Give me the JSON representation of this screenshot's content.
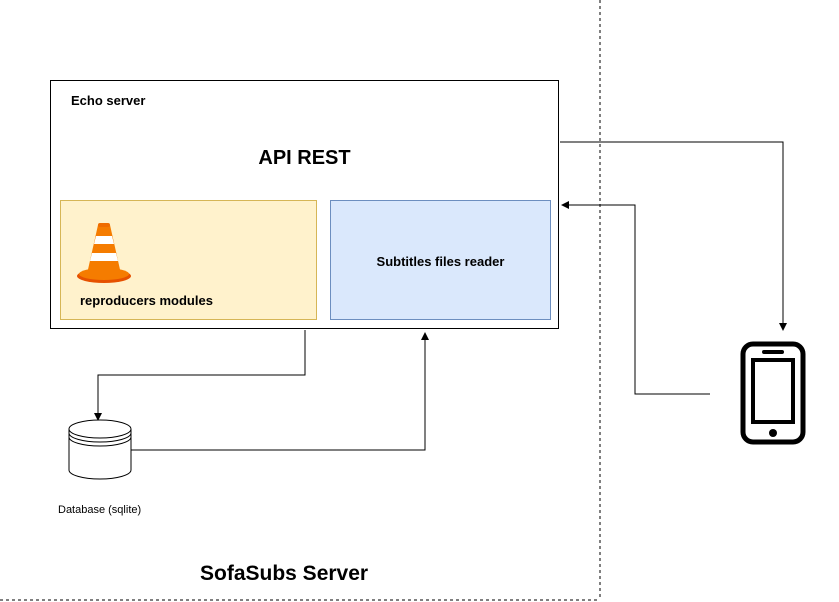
{
  "echo_server": {
    "label": "Echo server",
    "api_title": "API REST"
  },
  "modules": {
    "reproducers_label": "reproducers modules",
    "subtitles_label": "Subtitles files reader"
  },
  "database": {
    "label": "Database (sqlite)"
  },
  "boundary": {
    "title": "SofaSubs Server"
  },
  "icons": {
    "cone": "vlc-cone-icon",
    "phone": "smartphone-icon",
    "database": "database-cylinder-icon"
  },
  "colors": {
    "reproducers_fill": "#fff2cc",
    "reproducers_stroke": "#d6b656",
    "subtitles_fill": "#dae8fc",
    "subtitles_stroke": "#6c8ebf",
    "cone_orange": "#f57c00"
  }
}
